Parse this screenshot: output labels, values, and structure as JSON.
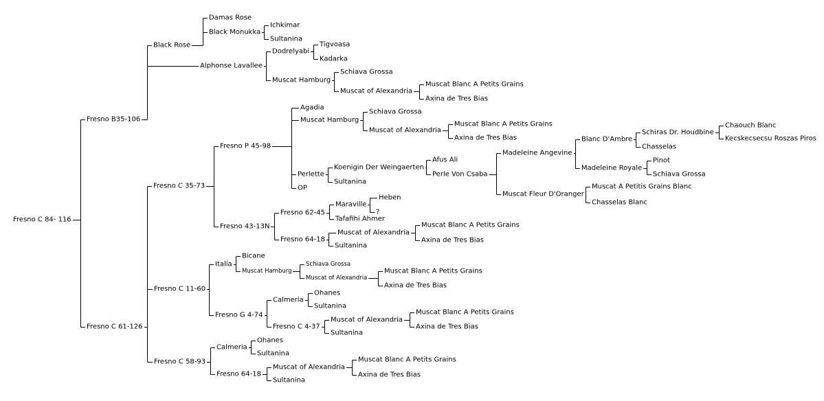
{
  "pedigree": {
    "label": "Fresno C 84- 116",
    "children": [
      {
        "label": "Fresno B35-106",
        "children": [
          {
            "label": "Black Rose",
            "children": [
              {
                "label": "Damas Rose"
              },
              {
                "label": "Black Monukka",
                "children": [
                  {
                    "label": "Ichkimar"
                  },
                  {
                    "label": "Sultanina"
                  }
                ]
              }
            ]
          },
          {
            "label": "Alphonse Lavallee",
            "children": [
              {
                "label": "Dodrelyabi",
                "children": [
                  {
                    "label": "Tigvoasa"
                  },
                  {
                    "label": "Kadarka"
                  }
                ]
              },
              {
                "label": "Muscat Hamburg",
                "children": [
                  {
                    "label": "Schiava Grossa"
                  },
                  {
                    "label": "Muscat of Alexandria",
                    "children": [
                      {
                        "label": "Muscat Blanc A Petits Grains"
                      },
                      {
                        "label": "Axina de Tres Bias"
                      }
                    ]
                  }
                ]
              }
            ]
          }
        ]
      },
      {
        "label": "Fresno C 61-126",
        "children": [
          {
            "label": "Fresno C 35-73",
            "children": [
              {
                "label": "Fresno P 45-98",
                "children": [
                  {
                    "label": "Agadia"
                  },
                  {
                    "label": "Muscat Hamburg",
                    "children": [
                      {
                        "label": "Schiava Grossa"
                      },
                      {
                        "label": "Muscat of Alexandria",
                        "children": [
                          {
                            "label": "Muscat Blanc A Petits Grains"
                          },
                          {
                            "label": "Axina de Tres Bias"
                          }
                        ]
                      }
                    ]
                  },
                  {
                    "label": "Perlette",
                    "children": [
                      {
                        "label": "Koenigin Der Weingaerten",
                        "children": [
                          {
                            "label": "Afus Ali"
                          },
                          {
                            "label": "Perle Von Csaba",
                            "children": [
                              {
                                "label": "Madeleine Angevine",
                                "children": [
                                  {
                                    "label": "Blanc D'Ambre",
                                    "children": [
                                      {
                                        "label": "Schiras Dr. Houdbine",
                                        "children": [
                                          {
                                            "label": "Chaouch Blanc"
                                          },
                                          {
                                            "label": "Kecskecsecsu Roszas Piros"
                                          }
                                        ]
                                      },
                                      {
                                        "label": "Chasselas"
                                      }
                                    ]
                                  },
                                  {
                                    "label": "Madeleine Royale",
                                    "children": [
                                      {
                                        "label": "Pinot"
                                      },
                                      {
                                        "label": "Schiava Grossa"
                                      }
                                    ]
                                  }
                                ]
                              },
                              {
                                "label": "Muscat Fleur D'Oranger",
                                "children": [
                                  {
                                    "label": "Muscat A Petitis Grains Blanc"
                                  },
                                  {
                                    "label": "Chasselas Blanc"
                                  }
                                ]
                              }
                            ]
                          }
                        ]
                      },
                      {
                        "label": "Sultanina"
                      }
                    ]
                  },
                  {
                    "label": "OP"
                  }
                ]
              },
              {
                "label": "Fresno 43-13N",
                "children": [
                  {
                    "label": "Fresno 62-45",
                    "children": [
                      {
                        "label": "Maraville",
                        "children": [
                          {
                            "label": "Heben"
                          },
                          {
                            "label": "?"
                          }
                        ]
                      },
                      {
                        "label": "Tafafihi Ahmer"
                      }
                    ]
                  },
                  {
                    "label": "Fresno 64-18",
                    "children": [
                      {
                        "label": "Muscat of Alexandria",
                        "children": [
                          {
                            "label": "Muscat Blanc A Petits Grains"
                          },
                          {
                            "label": "Axina de Tres Bias"
                          }
                        ]
                      },
                      {
                        "label": "Sultanina"
                      }
                    ]
                  }
                ]
              }
            ]
          },
          {
            "label": "Fresno C 11-60",
            "children": [
              {
                "label": "Italia",
                "children": [
                  {
                    "label": "Bicane"
                  },
                  {
                    "label": "Muscat Hamburg",
                    "children": [
                      {
                        "label": "Schiava Grossa"
                      },
                      {
                        "label": "Muscat of Alexandria",
                        "children": [
                          {
                            "label": "Muscat Blanc A Petits Grains"
                          },
                          {
                            "label": "Axina de Tres Bias"
                          }
                        ]
                      }
                    ]
                  }
                ]
              },
              {
                "label": "Fresno G 4-74",
                "children": [
                  {
                    "label": "Calmeria",
                    "children": [
                      {
                        "label": "Ohanes"
                      },
                      {
                        "label": "Sultanina"
                      }
                    ]
                  },
                  {
                    "label": "Fresno C 4-37",
                    "children": [
                      {
                        "label": "Muscat of Alexandria",
                        "children": [
                          {
                            "label": "Muscat Blanc A Petits Grains"
                          },
                          {
                            "label": "Axina de Tres Bias"
                          }
                        ]
                      },
                      {
                        "label": "Sultanina"
                      }
                    ]
                  }
                ]
              }
            ]
          },
          {
            "label": "Fresno C 58-93",
            "children": [
              {
                "label": "Calmeria",
                "children": [
                  {
                    "label": "Ohanes"
                  },
                  {
                    "label": "Sultanina"
                  }
                ]
              },
              {
                "label": "Fresno 64-18",
                "children": [
                  {
                    "label": "Muscat of Alexandria",
                    "children": [
                      {
                        "label": "Muscat Blanc A Petits Grains"
                      },
                      {
                        "label": "Axina de Tres Bias"
                      }
                    ]
                  },
                  {
                    "label": "Sultanina"
                  }
                ]
              }
            ]
          }
        ]
      }
    ]
  }
}
